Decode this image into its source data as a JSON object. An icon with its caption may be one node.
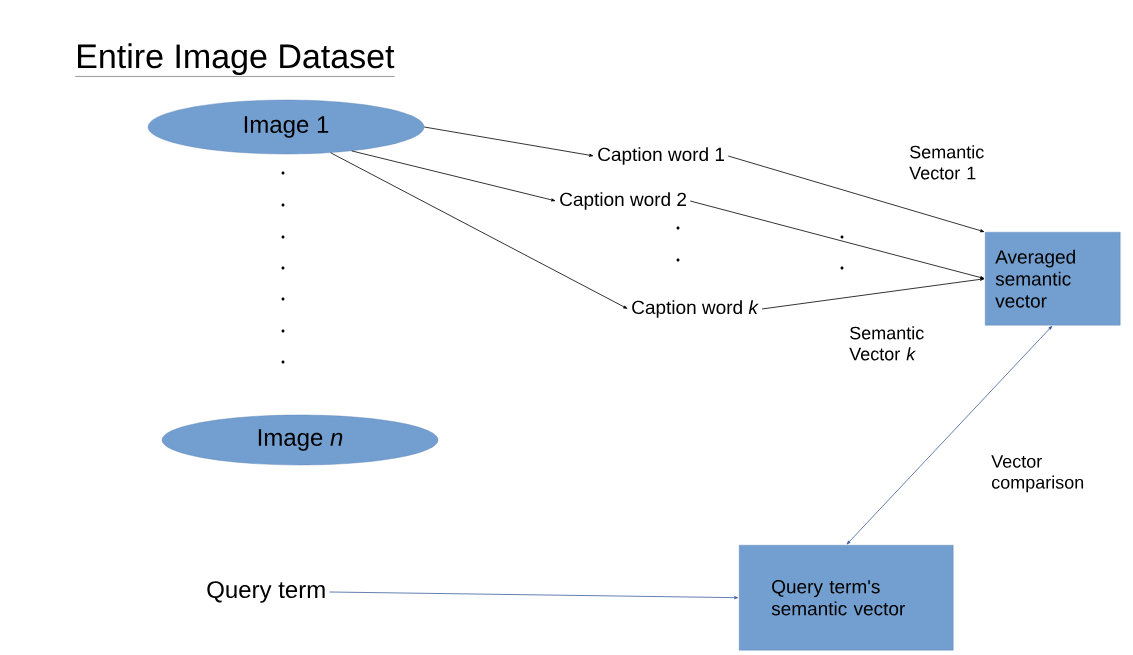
{
  "diagram": {
    "title": "Entire Image Dataset",
    "nodes": [
      {
        "text": [
          "Image 1"
        ]
      },
      {
        "text": [
          "Caption word 1"
        ]
      },
      {
        "text": [
          "Caption word 2"
        ]
      },
      {
        "text": [
          "Caption word *k*"
        ]
      },
      {
        "text": [
          "Averaged semantic vector"
        ]
      },
      {
        "text": [
          "Image *n*"
        ]
      },
      {
        "text": [
          "Query term"
        ]
      },
      {
        "text": [
          "Query term's semantic vector"
        ]
      }
    ],
    "edges": [
      {
        "from": 0,
        "to": 1,
        "arrow": "to"
      },
      {
        "from": 0,
        "to": 2,
        "arrow": "to"
      },
      {
        "from": 0,
        "to": 3,
        "arrow": "to"
      },
      {
        "from": 1,
        "to": 4,
        "arrow": "to",
        "label": "Semantic Vector 1"
      },
      {
        "from": 2,
        "to": 4,
        "arrow": "to"
      },
      {
        "from": 3,
        "to": 4,
        "arrow": "to",
        "label": "Semantic Vector *k*"
      },
      {
        "from": 7,
        "to": 4,
        "arrow": "both",
        "label": "Vector comparison",
        "color": "#3d5f9a"
      },
      {
        "from": 6,
        "to": 7,
        "arrow": "to",
        "color": "#3d5f9a"
      }
    ]
  }
}
